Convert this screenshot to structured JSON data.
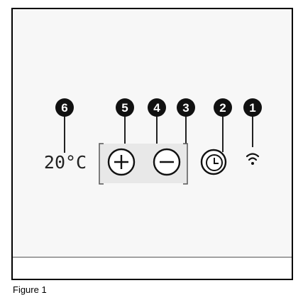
{
  "display": {
    "temperature": "20°C"
  },
  "buttons": {
    "plus": "+",
    "minus": "−"
  },
  "callouts": [
    "1",
    "2",
    "3",
    "4",
    "5",
    "6"
  ],
  "icons": {
    "wifi": "wifi-icon",
    "timer": "clock-icon"
  },
  "caption": "Figure 1",
  "colors": {
    "callout": "#111111",
    "button_group": "#e8e8e8",
    "line": "#222222"
  }
}
